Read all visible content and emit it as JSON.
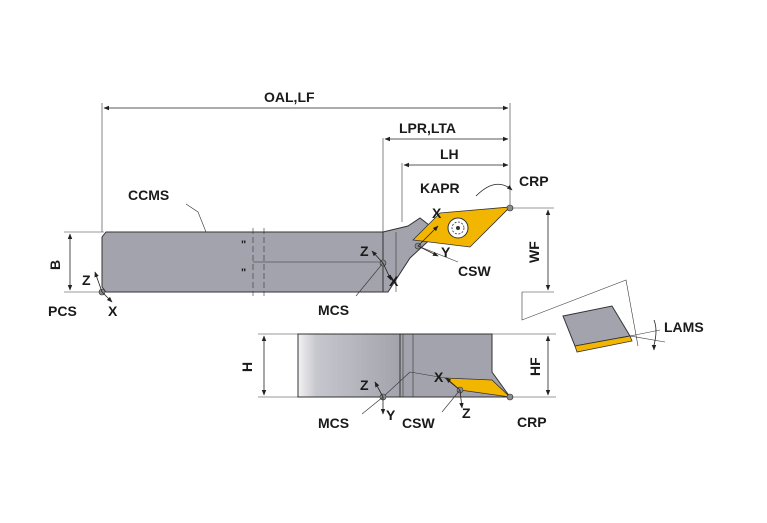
{
  "labels": {
    "oal_lf": "OAL,LF",
    "lpr_lta": "LPR,LTA",
    "lh": "LH",
    "kapr": "KAPR",
    "crp_top": "CRP",
    "ccms": "CCMS",
    "x_insert_top": "X",
    "y_insert_top": "Y",
    "csw_top": "CSW",
    "wf": "WF",
    "b": "B",
    "z_pcs": "Z",
    "pcs": "PCS",
    "x_pcs": "X",
    "z_mcs_top": "Z",
    "x_mcs_top": "X",
    "mcs_top": "MCS",
    "lams": "LAMS",
    "h": "H",
    "hf": "HF",
    "z_mcs_side": "Z",
    "mcs_side": "MCS",
    "y_mcs_side": "Y",
    "x_csw_side": "X",
    "csw_side": "CSW",
    "z_csw_side": "Z",
    "crp_side": "CRP"
  },
  "colors": {
    "body": "#a3a3ad",
    "insert": "#f3b600",
    "line": "#222222"
  }
}
